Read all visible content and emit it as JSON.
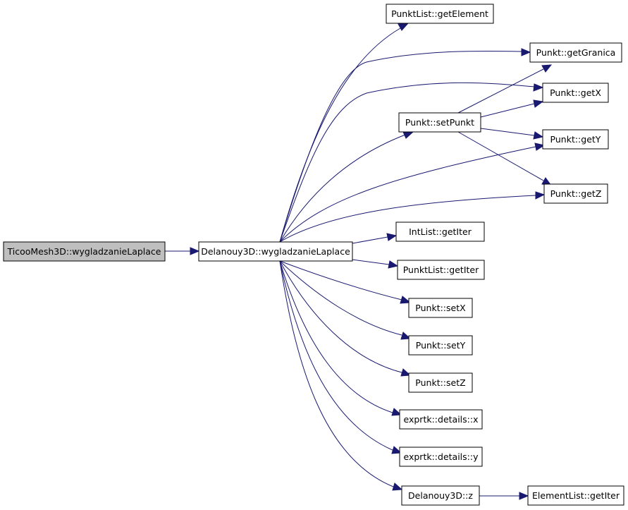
{
  "graph": {
    "colors": {
      "edge": "#191970",
      "root_fill": "#bfbfbf",
      "node_fill": "#ffffff",
      "node_border": "#000000"
    },
    "nodes": {
      "root": "TicooMesh3D::wygladzanieLaplace",
      "delanouy_wygladzanie": "Delanouy3D::wygladzanieLaplace",
      "punktlist_getelement": "PunktList::getElement",
      "punkt_getgranica": "Punkt::getGranica",
      "punkt_getx": "Punkt::getX",
      "punkt_setpunkt": "Punkt::setPunkt",
      "punkt_gety": "Punkt::getY",
      "punkt_getz": "Punkt::getZ",
      "intlist_getiter": "IntList::getIter",
      "punktlist_getiter": "PunktList::getIter",
      "punkt_setx": "Punkt::setX",
      "punkt_sety": "Punkt::setY",
      "punkt_setz": "Punkt::setZ",
      "exprtk_x": "exprtk::details::x",
      "exprtk_y": "exprtk::details::y",
      "delanouy_z": "Delanouy3D::z",
      "elementlist_getiter": "ElementList::getIter"
    }
  }
}
